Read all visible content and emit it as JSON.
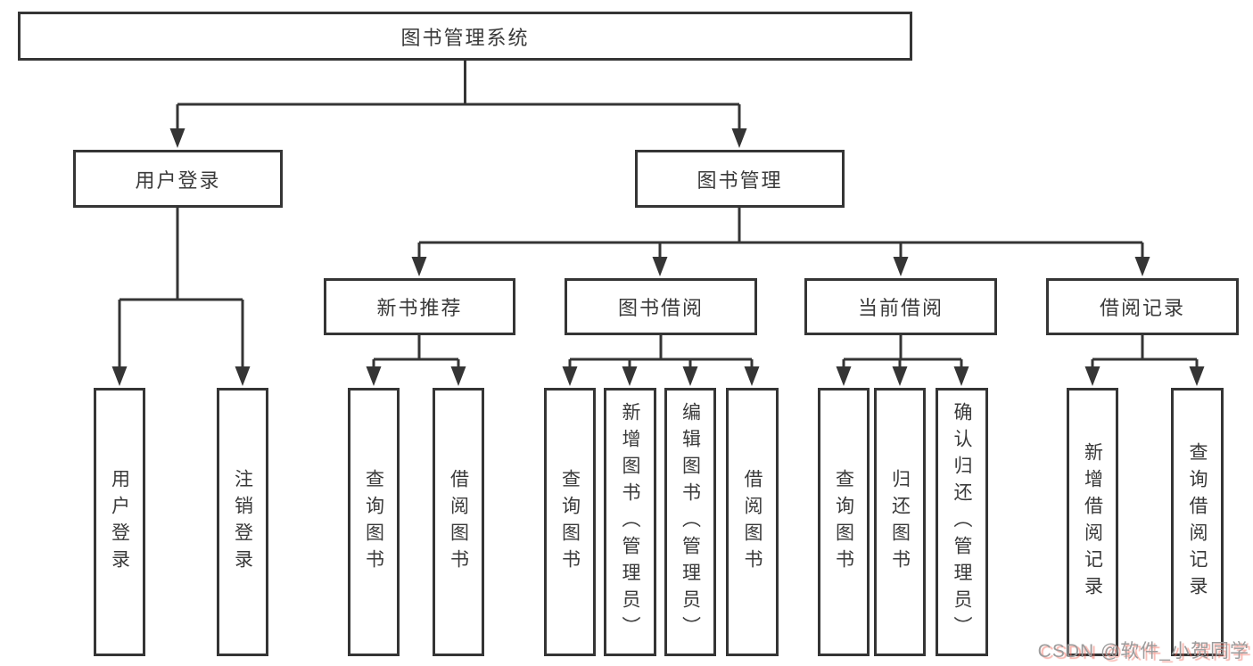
{
  "root": {
    "label": "图书管理系统"
  },
  "branches": [
    {
      "label": "用户登录",
      "children": [
        {
          "label": "用户登录"
        },
        {
          "label": "注销登录"
        }
      ]
    },
    {
      "label": "图书管理",
      "children": [
        {
          "label": "新书推荐",
          "children": [
            {
              "label": "查询图书"
            },
            {
              "label": "借阅图书"
            }
          ]
        },
        {
          "label": "图书借阅",
          "children": [
            {
              "label": "查询图书"
            },
            {
              "label": "新增图书（管理员）"
            },
            {
              "label": "编辑图书（管理员）"
            },
            {
              "label": "借阅图书"
            }
          ]
        },
        {
          "label": "当前借阅",
          "children": [
            {
              "label": "查询图书"
            },
            {
              "label": "归还图书"
            },
            {
              "label": "确认归还（管理员）"
            }
          ]
        },
        {
          "label": "借阅记录",
          "children": [
            {
              "label": "新增借阅记录"
            },
            {
              "label": "查询借阅记录"
            }
          ]
        }
      ]
    }
  ],
  "watermark": {
    "text": "CSDN @软件_小贺同学"
  },
  "colors": {
    "line": "#353535",
    "node_border": "#353535",
    "node_text": "#3a3a3a",
    "background": "#ffffff",
    "watermark_text": "#9c9c9c",
    "watermark_shadow": "#f06e5f"
  }
}
